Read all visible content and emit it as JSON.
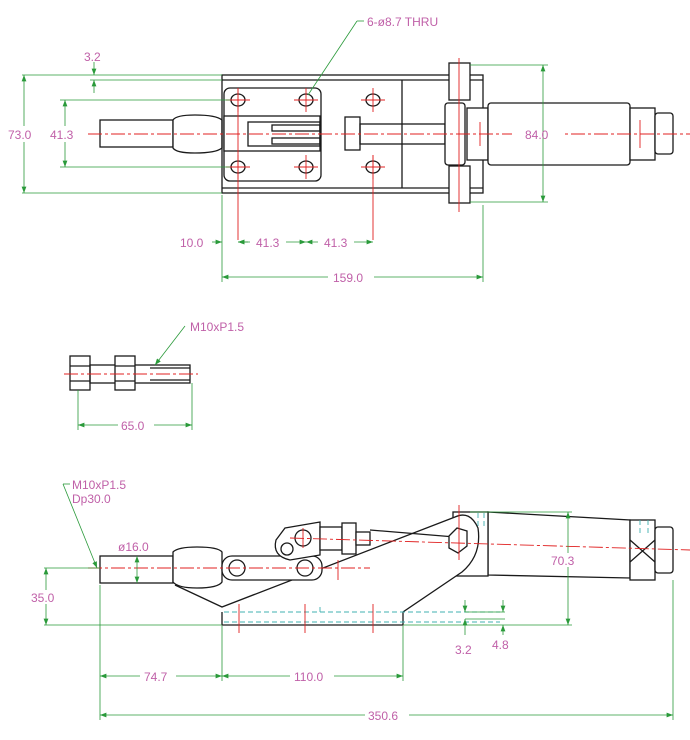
{
  "top_view": {
    "hole_note": "6-ø8.7 THRU",
    "dims": {
      "plate_thickness": "3.2",
      "overall_width": "73.0",
      "hole_spacing_v": "41.3",
      "flange_height": "84.0",
      "edge_to_hole": "10.0",
      "hole_pitch_1": "41.3",
      "hole_pitch_2": "41.3",
      "overall_length": "159.0"
    }
  },
  "bolt_view": {
    "thread_note": "M10xP1.5",
    "dims": {
      "bolt_length": "65.0"
    }
  },
  "side_view": {
    "thread_note_line1": "M10xP1.5",
    "thread_note_line2": "Dp30.0",
    "dims": {
      "rod_diameter": "ø16.0",
      "center_height": "35.0",
      "cylinder_height": "70.3",
      "base_thickness": "3.2",
      "base_offset": "4.8",
      "rod_to_base": "74.7",
      "base_length": "110.0",
      "overall_length": "350.6"
    }
  },
  "colors": {
    "outline": "#1a1a1a",
    "centerline": "#e02020",
    "dimension": "#2a9a3a",
    "text": "#c060a8"
  }
}
